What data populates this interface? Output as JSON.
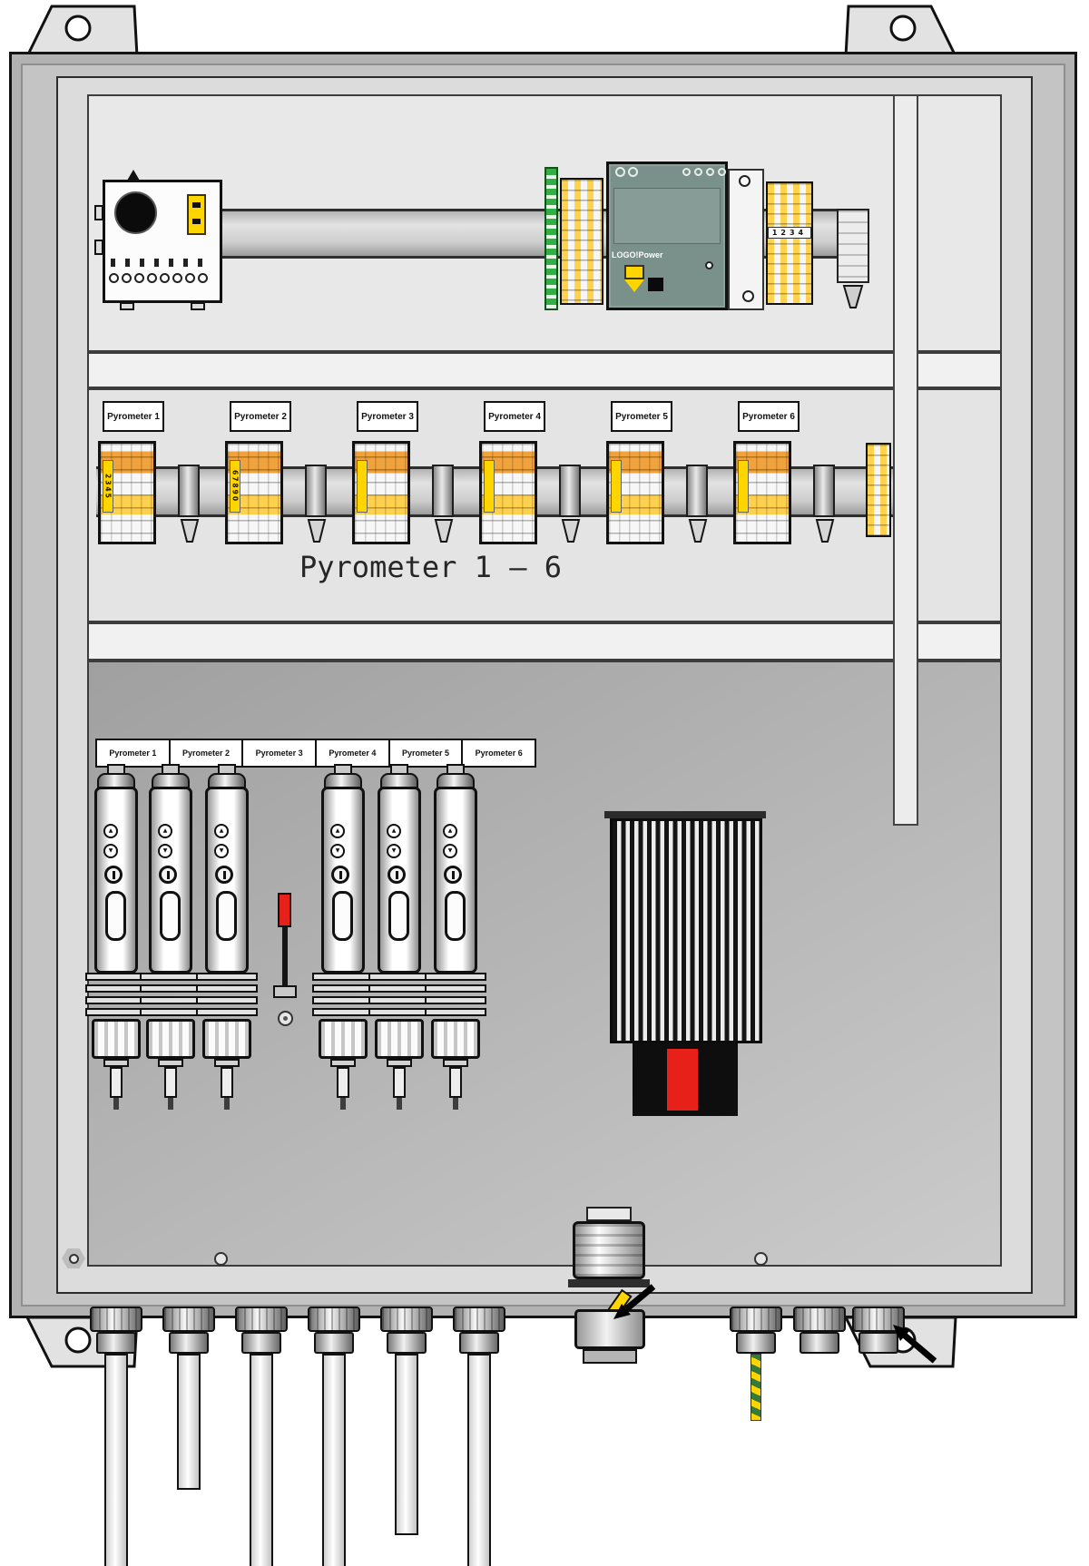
{
  "caption": "Pyrometer 1 – 6",
  "top_rail": {
    "power_supply_label": "LOGO!Power",
    "terminal_digits": "1234"
  },
  "middle": {
    "groups": [
      {
        "label": "Pyrometer 1",
        "digits": "2345"
      },
      {
        "label": "Pyrometer 2",
        "digits": "67890"
      },
      {
        "label": "Pyrometer 3",
        "digits": ""
      },
      {
        "label": "Pyrometer 4",
        "digits": ""
      },
      {
        "label": "Pyrometer 5",
        "digits": ""
      },
      {
        "label": "Pyrometer 6",
        "digits": ""
      }
    ]
  },
  "lower": {
    "strip_labels": [
      "Pyrometer 1",
      "Pyrometer 2",
      "Pyrometer 3",
      "Pyrometer 4",
      "Pyrometer 5",
      "Pyrometer 6"
    ]
  },
  "icons": {
    "up_button": "▲",
    "down_button": "▼"
  },
  "colors": {
    "accent_yellow": "#ffd500",
    "accent_red": "#e8201a",
    "accent_green": "#35ad46",
    "accent_orange": "#f0a23c",
    "power_supply_green": "#7a918b"
  }
}
